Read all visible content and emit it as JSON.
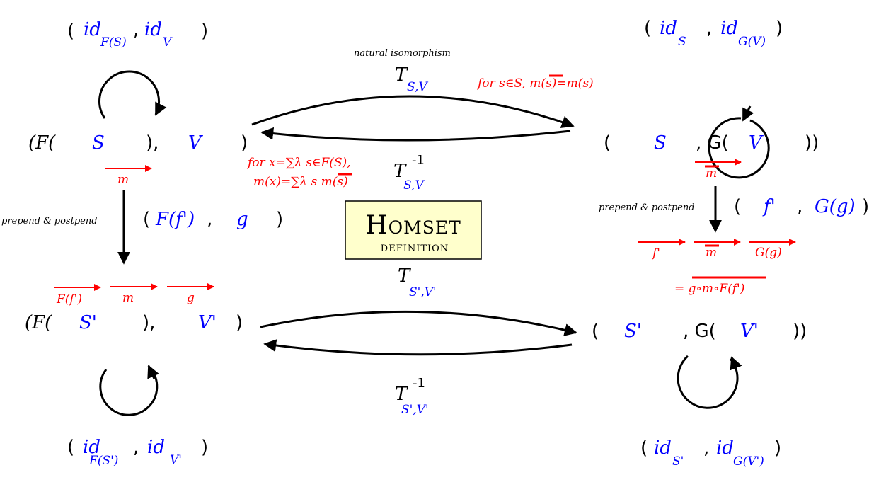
{
  "title": {
    "main": "Homset",
    "sub": "definition"
  },
  "top": {
    "label": "natural isomorphism",
    "T": "T",
    "sub": "S,V",
    "inv_T": "T",
    "inv_exp": "-1",
    "inv_sub": "S,V"
  },
  "bottom": {
    "T": "T",
    "sub": "S',V'",
    "inv_T": "T",
    "inv_exp": "-1",
    "inv_sub": "S',V'"
  },
  "left_top": {
    "loop_open": "(",
    "loop_id1": "id",
    "loop_id1_sub": "F(S)",
    "loop_comma": ",",
    "loop_id2": "id",
    "loop_id2_sub": "V",
    "loop_close": ")",
    "obj_open": "(F(",
    "obj_s": "S",
    "obj_mid": "),",
    "obj_v": "V",
    "obj_close": ")",
    "m": "m"
  },
  "right_top": {
    "loop_open": "(",
    "loop_id1": "id",
    "loop_id1_sub": "S",
    "loop_comma": ",",
    "loop_id2": "id",
    "loop_id2_sub": "G(V)",
    "loop_close": ")",
    "obj_open": "(",
    "obj_s": "S",
    "obj_mid": ", G(",
    "obj_v": "V",
    "obj_close": "))",
    "mbar": "m"
  },
  "left_bottom": {
    "obj_open": "(F(",
    "obj_s": "S'",
    "obj_mid": "),",
    "obj_v": "V'",
    "obj_close": ")",
    "comp_f": "F(f')",
    "comp_m": "m",
    "comp_g": "g",
    "loop_open": "(",
    "loop_id1": "id",
    "loop_id1_sub": "F(S')",
    "loop_comma": ",",
    "loop_id2": "id",
    "loop_id2_sub": "V'",
    "loop_close": ")"
  },
  "right_bottom": {
    "obj_open": "(",
    "obj_s": "S'",
    "obj_mid": ", G(",
    "obj_v": "V'",
    "obj_close": "))",
    "loop_open": "(",
    "loop_id1": "id",
    "loop_id1_sub": "S'",
    "loop_comma": ",",
    "loop_id2": "id",
    "loop_id2_sub": "G(V')",
    "loop_close": ")",
    "comp_f": "f'",
    "comp_m": "m",
    "comp_g": "G(g)",
    "result": "= g∘m∘F(f')"
  },
  "left_mid": {
    "label": "prepend & postpend",
    "open": "(",
    "ff": "F(f')",
    "comma": ",",
    "g": "g",
    "close": ")"
  },
  "right_mid": {
    "label": "prepend & postpend",
    "open": "(",
    "f": "f'",
    "comma": ",",
    "gg": "G(g)",
    "close": ")"
  },
  "annotations": {
    "right_def": "for s∈S,  m(s)=m(s)",
    "left_def_line1": "for x=∑λ s∈F(S),",
    "left_def_line2": "m(x)=∑λ s m(s)"
  },
  "colors": {
    "black": "#000000",
    "blue": "#0000ff",
    "red": "#ff0000",
    "title_bg": "#ffffcc"
  }
}
